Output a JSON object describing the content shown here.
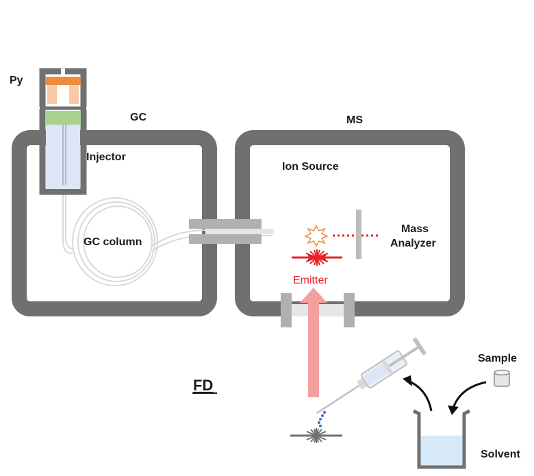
{
  "labels": {
    "py": "Py",
    "gc": "GC",
    "ms": "MS",
    "injector": "Injector",
    "gc_column": "GC column",
    "ion_source": "Ion Source",
    "mass_analyzer_line1": "Mass",
    "mass_analyzer_line2": "Analyzer",
    "emitter": "Emitter",
    "fd": "FD",
    "sample": "Sample",
    "solvent": "Solvent"
  },
  "colors": {
    "chamber_wall": "#707070",
    "pyrolyzer_top": "#f08a3c",
    "pyrolyzer_inner": "#f7c9a8",
    "septum": "#a8d18d",
    "liner": "#dde6f5",
    "column": "#d9d9d9",
    "ion": "#e8202a",
    "emitter_arrow": "#f4a0a0",
    "solvent": "#d6e9f8",
    "deposit": "#4472c4"
  }
}
